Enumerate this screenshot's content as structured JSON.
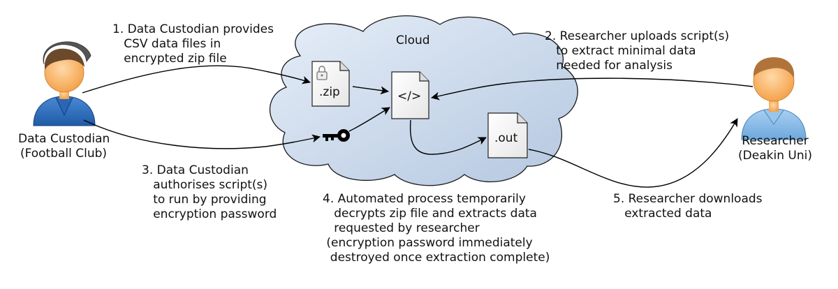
{
  "cloud": {
    "title": "Cloud"
  },
  "files": {
    "zip": ".zip",
    "script": "</>",
    "out": ".out"
  },
  "custodian": {
    "name": "Data Custodian",
    "org": "(Football Club)"
  },
  "researcher": {
    "name": "Researcher",
    "org": "(Deakin Uni)"
  },
  "steps": [
    {
      "text": "1. Data Custodian provides\n   CSV data files in\n   encrypted zip file"
    },
    {
      "text": "2. Researcher uploads script(s)\n   to extract minimal data\n   needed for analysis"
    },
    {
      "text": "3. Data Custodian\n   authorises script(s)\n   to run by providing\n   encryption password"
    },
    {
      "text": "4. Automated process temporarily\n   decrypts zip file and extracts data\n   requested by researcher\n (encryption password immediately\n  destroyed once extraction complete)"
    },
    {
      "text": "5. Researcher downloads\n   extracted data"
    }
  ],
  "colors": {
    "cloud_fill_light": "#e4ecf6",
    "cloud_fill_dark": "#b9cbe3",
    "cloud_stroke": "#1a1a1a",
    "custodian_shirt": "#2f6fc0",
    "custodian_cap": "#555555",
    "researcher_shirt": "#7fb6e6",
    "skin": "#f6a64a"
  },
  "icons": [
    "lock-icon",
    "key-icon",
    "custodian-avatar-icon",
    "researcher-avatar-icon"
  ]
}
